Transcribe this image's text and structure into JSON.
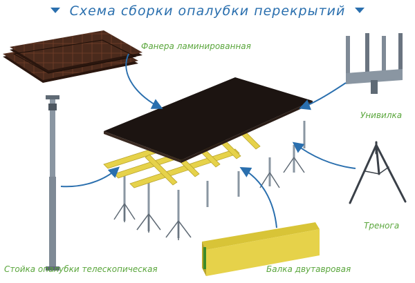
{
  "title": "Схема сборки опалубки перекрытий",
  "labels": {
    "plywood": "Фанера ламинированная",
    "fork": "Унивилка",
    "tripod": "Тренога",
    "prop": "Стойка опалубки телескопическая",
    "beam": "Балка двутавровая"
  },
  "colors": {
    "title": "#2a6fae",
    "label": "#5aa63c",
    "arrow": "#2a6fae",
    "beam": "#e6d24a",
    "plywood": "#3a1f14",
    "steel": "#7f8a96"
  }
}
